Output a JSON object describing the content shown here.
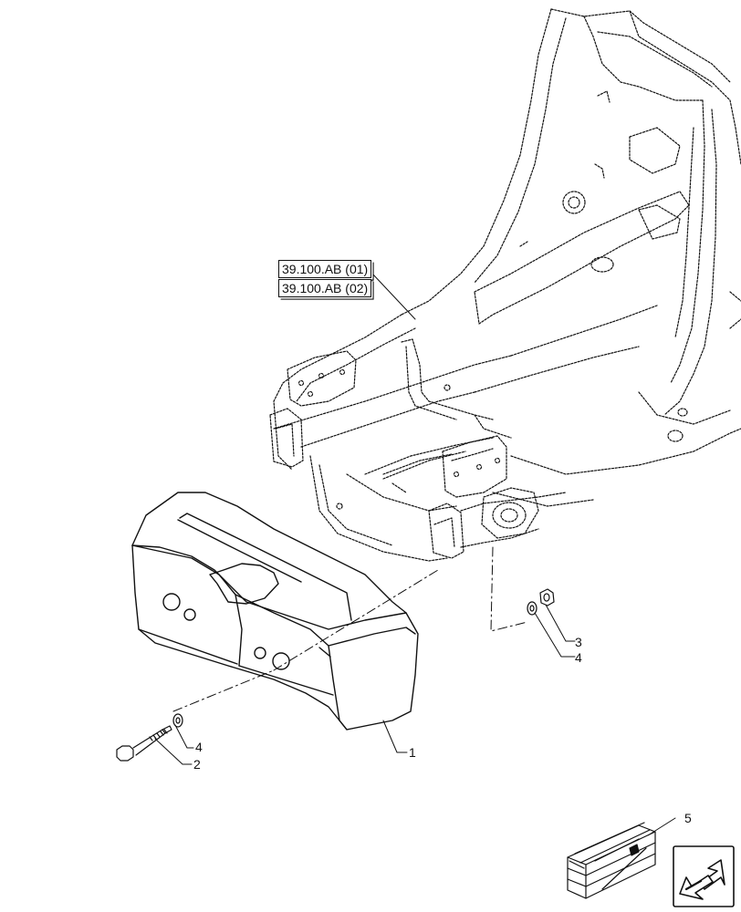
{
  "references": [
    {
      "label": "39.100.AB (01)"
    },
    {
      "label": "39.100.AB (02)"
    }
  ],
  "callouts": {
    "c1": "1",
    "c2": "2",
    "c3": "3",
    "c4_top": "4",
    "c4_bottom": "4",
    "c5": "5"
  },
  "icons": [
    "frame-illustration",
    "counterweight",
    "bolt",
    "washer",
    "nut",
    "parts-crate",
    "navigation-arrow-icon"
  ]
}
